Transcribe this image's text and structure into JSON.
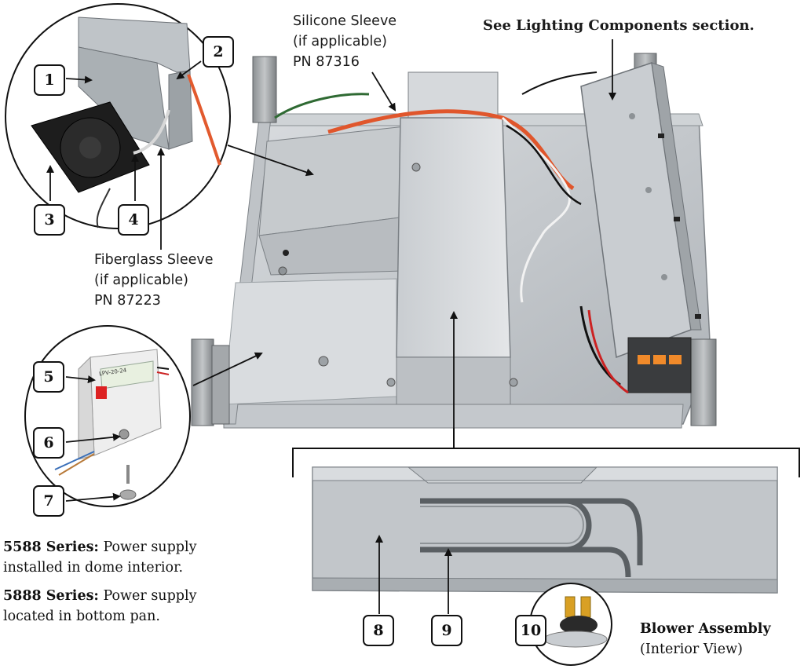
{
  "callouts": [
    "1",
    "2",
    "3",
    "4",
    "5",
    "6",
    "7",
    "8",
    "9",
    "10"
  ],
  "labels": {
    "silicone_sleeve": [
      "Silicone Sleeve",
      "(if applicable)",
      "PN 87316"
    ],
    "fiberglass_sleeve": [
      "Fiberglass Sleeve",
      "(if applicable)",
      "PN 87223"
    ],
    "lighting_components": "See Lighting Components section.",
    "blower_assembly_title": "Blower Assembly",
    "blower_assembly_subtitle": "(Interior View)"
  },
  "notes": {
    "series_5588_bold": "5588 Series:",
    "series_5588_text_1": " Power supply",
    "series_5588_text_2": "installed in dome interior.",
    "series_5888_bold": "5888 Series:",
    "series_5888_text_1": " Power supply",
    "series_5888_text_2": "located in bottom pan."
  },
  "product_label_text": "LPV-20-24"
}
